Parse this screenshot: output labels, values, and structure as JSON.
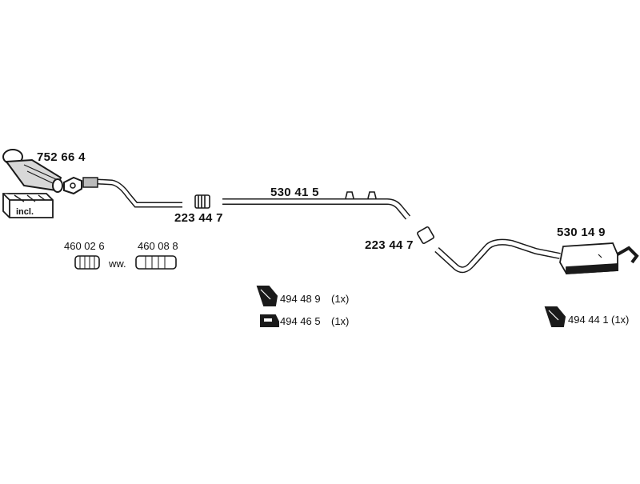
{
  "parts": {
    "catalyst": "752 66 4",
    "incl": "incl.",
    "flex_a": "460 02 6",
    "flex_b": "460 08 8",
    "or_word": "ww.",
    "clamp_1": "223 44 7",
    "middle_pipe": "530 41 5",
    "clamp_2": "223 44 7",
    "rear_silencer": "530 14 9"
  },
  "mounts": [
    {
      "number": "494 48 9",
      "qty": "(1x)"
    },
    {
      "number": "494 46 5",
      "qty": "(1x)"
    },
    {
      "number": "494 44 1",
      "qty": "(1x)"
    }
  ],
  "colors": {
    "line": "#1a1a1a",
    "fill": "#ffffff",
    "shade": "#8a8a8a"
  }
}
